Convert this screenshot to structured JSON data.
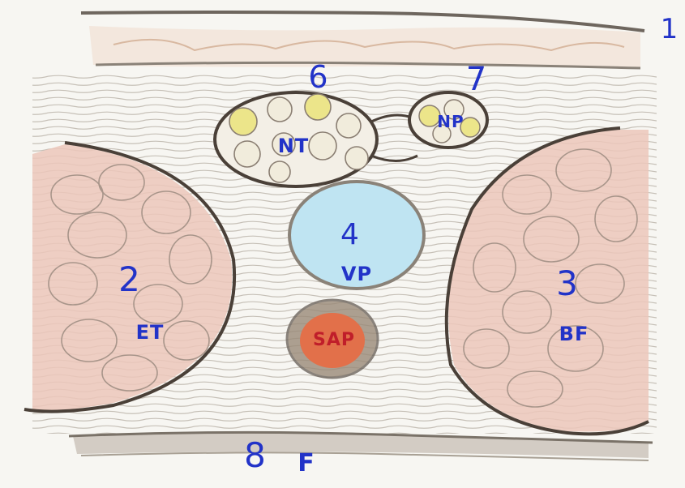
{
  "structures": {
    "skin": {
      "number": "1"
    },
    "muscle_left": {
      "number": "2",
      "abbr": "ET"
    },
    "muscle_right": {
      "number": "3",
      "abbr": "BF"
    },
    "vein": {
      "number": "4",
      "abbr": "VP"
    },
    "artery": {
      "abbr": "SAP"
    },
    "tibial_nerve": {
      "number": "6",
      "abbr": "NT"
    },
    "peroneal_nerve": {
      "number": "7",
      "abbr": "NP"
    },
    "fascia": {
      "number": "8",
      "abbr": "F"
    }
  },
  "colors": {
    "label_ink": "#2233c8",
    "artery_label_ink": "#c01e2a",
    "muscle_fill": "#ecc7bb",
    "vein_fill": "#bfe4f2",
    "artery_fill": "#e2704a",
    "nerve_fascicle_fill": "#ece58a",
    "outline_ink": "#4a4038"
  }
}
